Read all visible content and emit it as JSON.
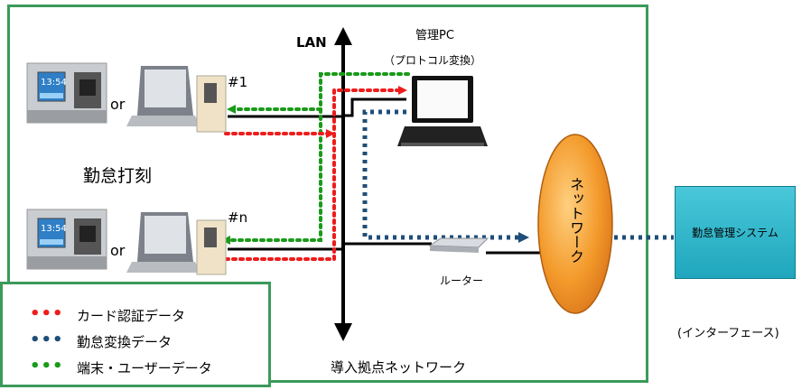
{
  "labels": {
    "lan": "LAN",
    "admin_pc": "管理PC",
    "protocol": "（プロトコル変換）",
    "node1": "#1",
    "noden": "#n",
    "or1": "or",
    "or2": "or",
    "attendance": "勤怠打刻",
    "network": "ネットワーク",
    "router": "ルーター",
    "system": "勤怠管理システム",
    "interface": "(インターフェース)",
    "site_network": "導入拠点ネットワーク",
    "terminal_time": "13:54"
  },
  "legend": [
    {
      "label": "カード認証データ",
      "color": "#ee1c1c"
    },
    {
      "label": "勤怠変換データ",
      "color": "#1f4e79"
    },
    {
      "label": "端末・ユーザーデータ",
      "color": "#1a9a1a"
    }
  ],
  "colors": {
    "frame": "#3a9a5a",
    "red": "#ee1c1c",
    "blue": "#1f4e79",
    "green": "#1a9a1a",
    "oval": "#f08a1e",
    "system": "#2bb3c8"
  }
}
